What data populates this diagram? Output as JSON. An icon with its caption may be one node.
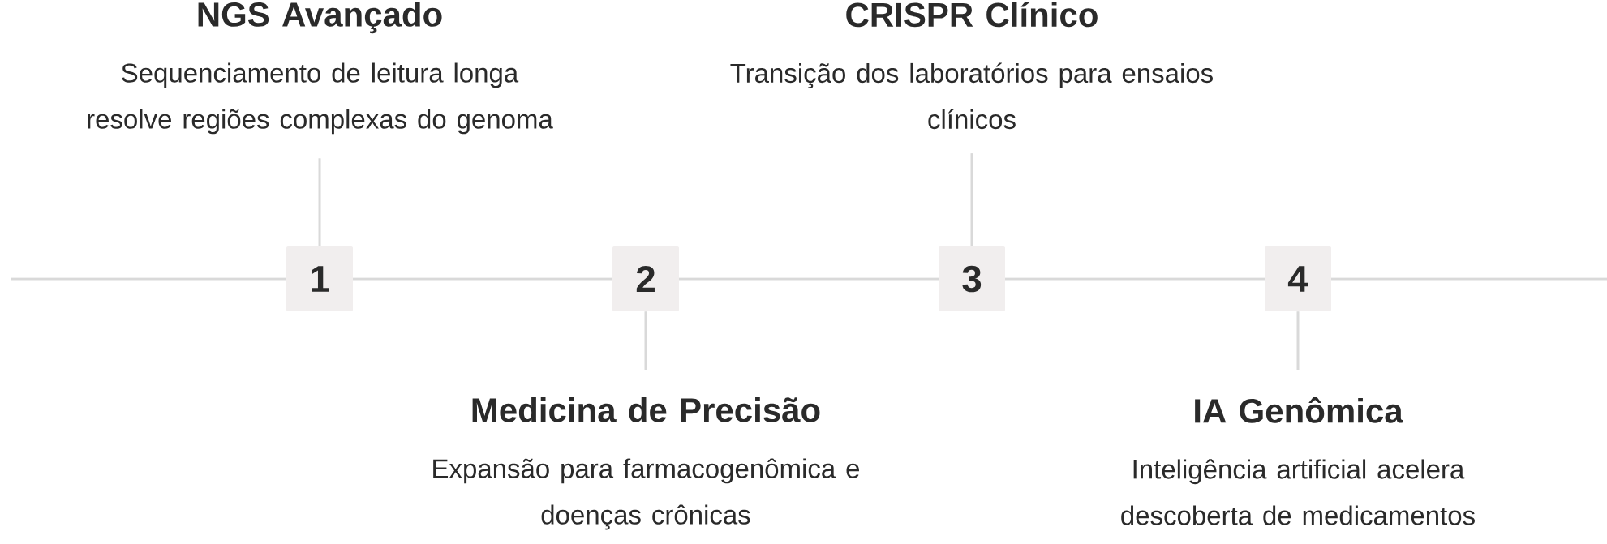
{
  "diagram": {
    "nodes": [
      {
        "text": [
          "NGS Avançado",
          "Sequenciamento de leitura longa resolve regiões complexas do genoma"
        ]
      },
      {
        "text": [
          "CRISPR Clínico",
          "Transição dos laboratórios para ensaios clínicos"
        ]
      },
      {
        "text": [
          "1"
        ]
      },
      {
        "text": [
          "2"
        ]
      },
      {
        "text": [
          "3"
        ]
      },
      {
        "text": [
          "4"
        ]
      },
      {
        "text": [
          "Medicina de Precisão",
          "Expansão para farmacogenômica e doenças crônicas"
        ]
      },
      {
        "text": [
          "IA Genômica",
          "Inteligência artificial acelera descoberta de medicamentos"
        ]
      }
    ],
    "edges": [
      {
        "from": 0,
        "to": 2,
        "arrow": "none"
      },
      {
        "from": 3,
        "to": 6,
        "arrow": "none"
      },
      {
        "from": 1,
        "to": 4,
        "arrow": "none"
      },
      {
        "from": 5,
        "to": 7,
        "arrow": "none"
      }
    ]
  }
}
